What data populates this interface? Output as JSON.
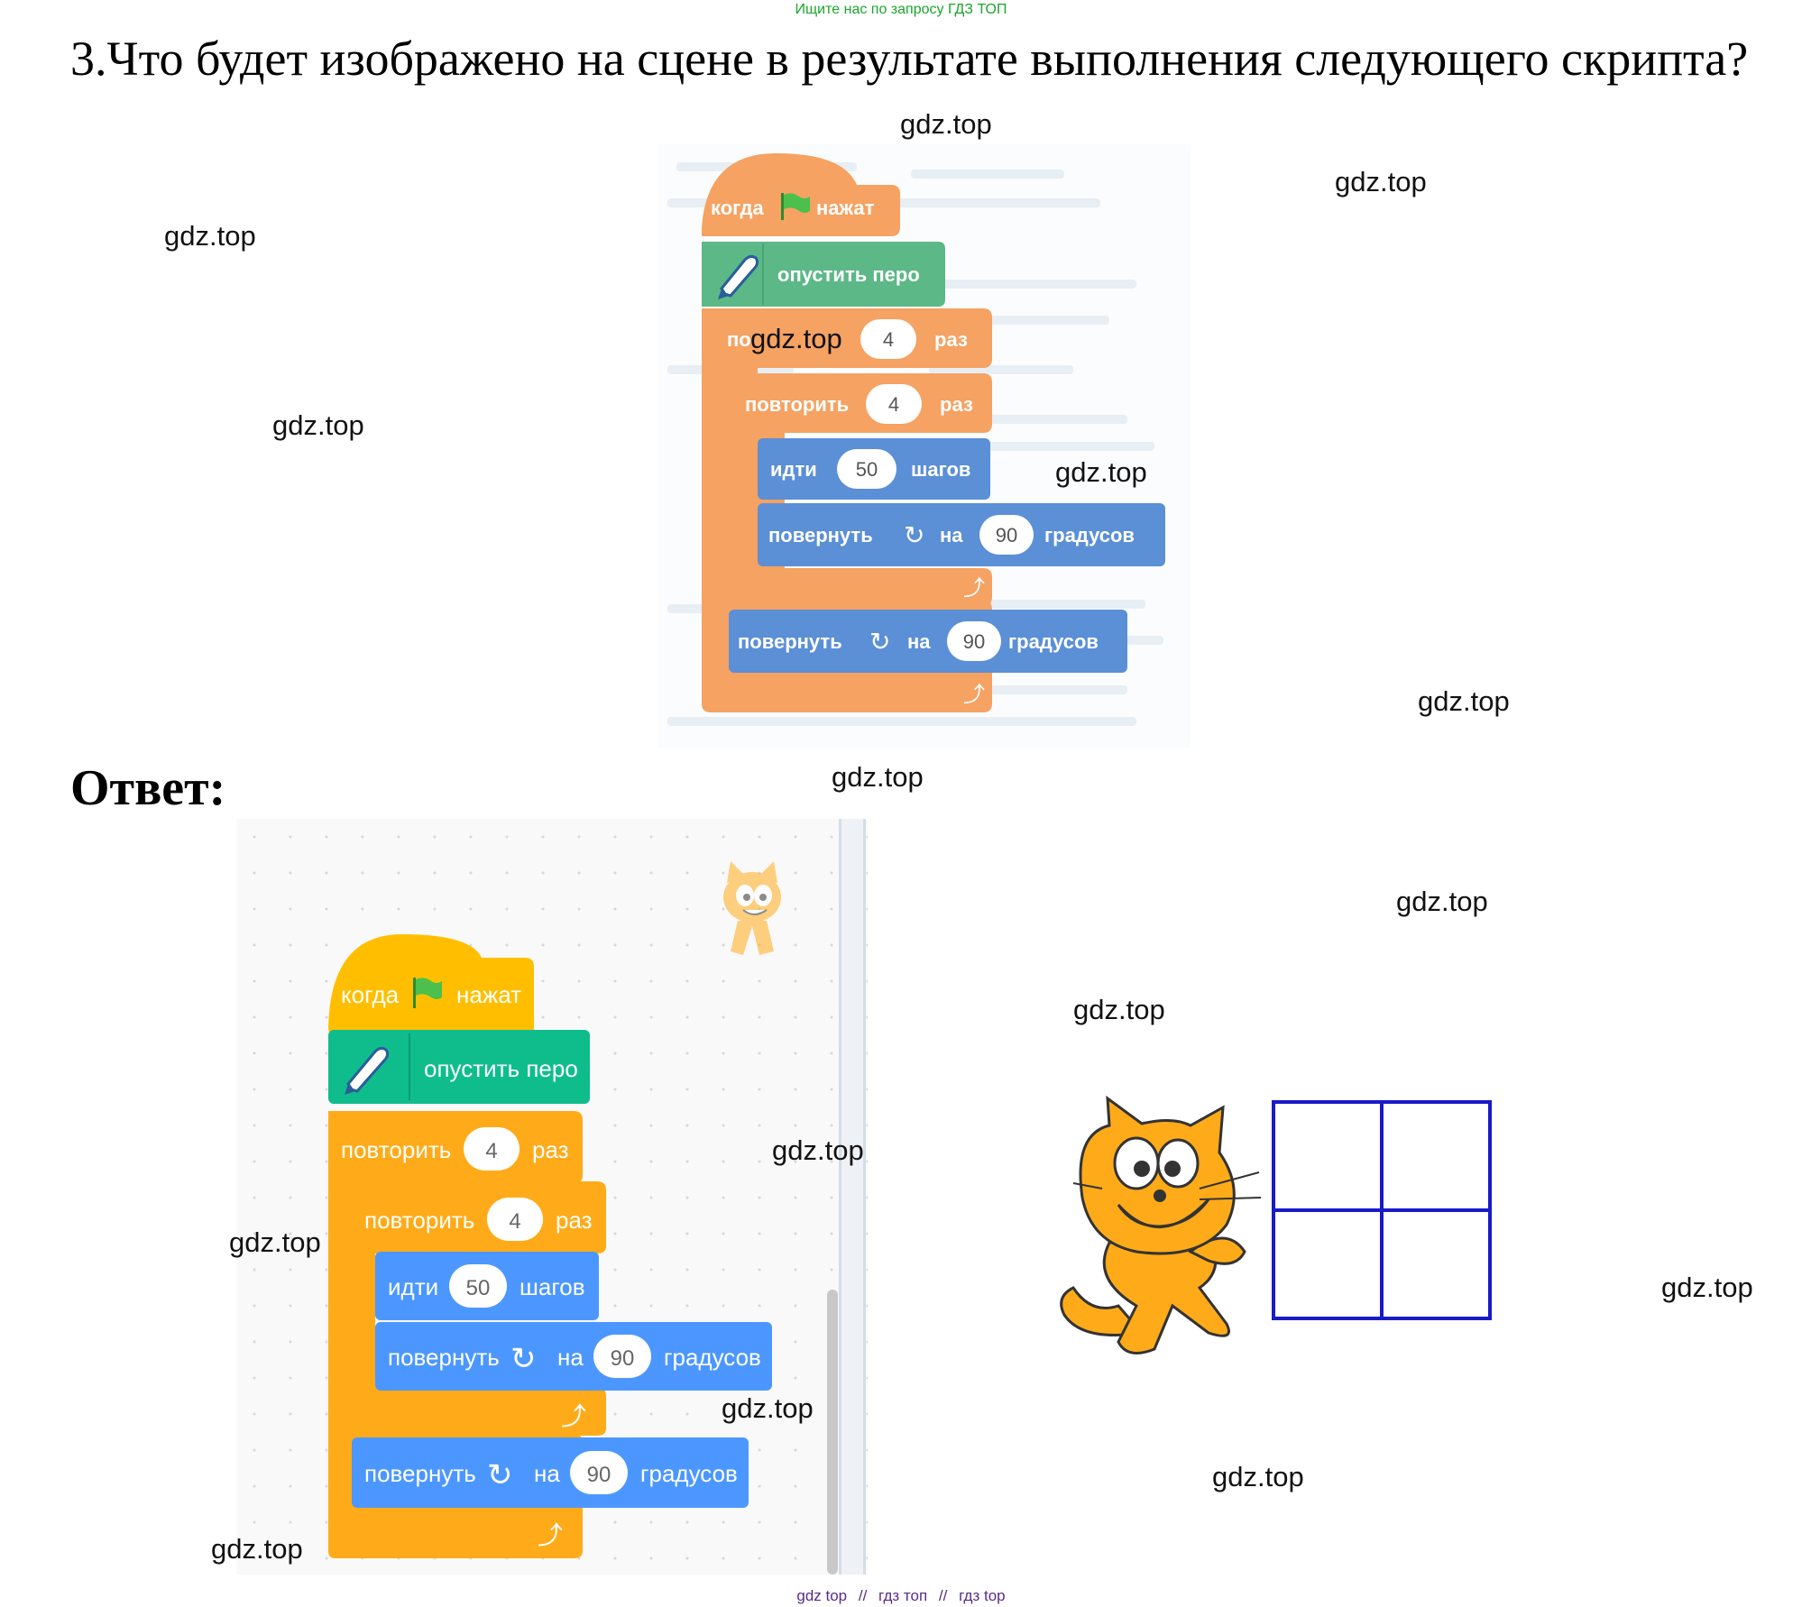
{
  "banner": "Ищите нас по запросу ГДЗ ТОП",
  "question": {
    "number": "3.",
    "text": "Что будет изображено на сцене в результате выполнения следующего скрипта?"
  },
  "answer_label": "Ответ:",
  "watermark": "gdz.top",
  "footer": [
    "gdz top",
    "//",
    "гдз топ",
    "//",
    "гдз top"
  ],
  "colors": {
    "events": "#f5a262",
    "pen": "#5cb887",
    "control": "#f5a262",
    "motion": "#5b8fd6",
    "events_new": "#ffbf00",
    "pen_new": "#0fbd8c",
    "control_new": "#ffab19",
    "motion_new": "#4c97ff",
    "square": "#1a1ac8"
  },
  "script": {
    "when_flag": {
      "prefix": "когда",
      "suffix": "нажат",
      "icon": "green-flag-icon"
    },
    "pen_down": {
      "label": "опустить перо",
      "icon": "pen-icon"
    },
    "repeat_outer": {
      "label": "повторить",
      "value": "4",
      "suffix": "раз"
    },
    "repeat_inner": {
      "label": "повторить",
      "value": "4",
      "suffix": "раз"
    },
    "move": {
      "label": "идти",
      "value": "50",
      "suffix": "шагов"
    },
    "turn_inner": {
      "label": "повернуть",
      "on": "на",
      "value": "90",
      "suffix": "градусов",
      "icon": "rotate-right-icon"
    },
    "turn_outer": {
      "label": "повернуть",
      "on": "на",
      "value": "90",
      "suffix": "градусов",
      "icon": "rotate-right-icon"
    },
    "loop_icon": "loop-arrow-icon"
  },
  "book_partial_label": "по"
}
